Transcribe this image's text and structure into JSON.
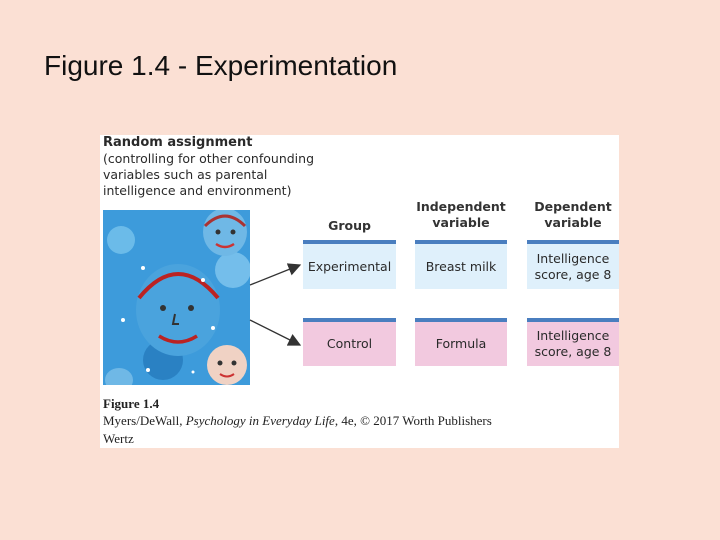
{
  "slide": {
    "title": "Figure 1.4 - Experimentation"
  },
  "figure": {
    "random_assignment": {
      "heading": "Random assignment",
      "note": "(controlling for other confounding variables such as parental intelligence and environment)"
    },
    "columns": {
      "group": "Group",
      "independent": "Independent variable",
      "dependent": "Dependent variable"
    },
    "rows": [
      {
        "group": "Experimental",
        "independent": "Breast milk",
        "dependent": "Intelligence score, age 8"
      },
      {
        "group": "Control",
        "independent": "Formula",
        "dependent": "Intelligence score, age 8"
      }
    ],
    "caption": {
      "number": "Figure 1.4",
      "authors": "Myers/DeWall, ",
      "book": "Psychology in Everyday Life",
      "rest": ", 4e, © 2017 Worth Publishers",
      "artist": "Wertz"
    },
    "colors": {
      "experimental_fill": "#dff0fb",
      "control_fill": "#f2c9df",
      "row_rule": "#4a7ebf",
      "slide_background": "#fbe0d4"
    }
  }
}
